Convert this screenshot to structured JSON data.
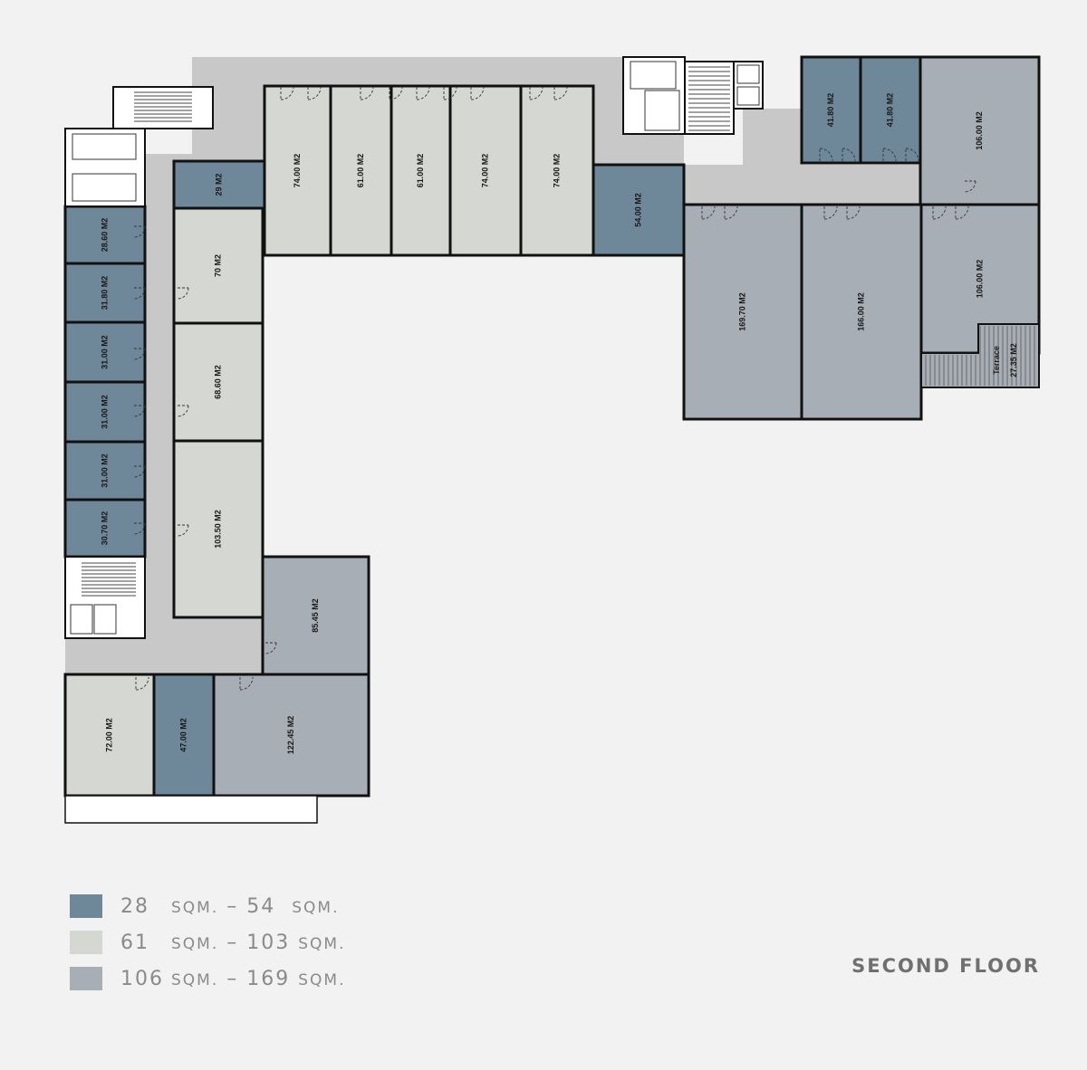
{
  "floor_title": "SECOND FLOOR",
  "colors": {
    "background": "#f2f2f2",
    "corridor": "#c8c8c8",
    "small": "#6e8799",
    "medium": "#d4d7d2",
    "large": "#a8aeb5",
    "wall": "#111111"
  },
  "legend": [
    {
      "min": "28",
      "sep": "–",
      "max": "54",
      "unit": "SQM.",
      "category": "small"
    },
    {
      "min": "61",
      "sep": "–",
      "max": "103",
      "unit": "SQM.",
      "category": "medium"
    },
    {
      "min": "106",
      "sep": "–",
      "max": "169",
      "unit": "SQM.",
      "category": "large"
    }
  ],
  "units": [
    {
      "label": "74.00 M2",
      "category": "medium"
    },
    {
      "label": "61.00 M2",
      "category": "medium"
    },
    {
      "label": "61.00 M2",
      "category": "medium"
    },
    {
      "label": "74.00 M2",
      "category": "medium"
    },
    {
      "label": "74.00 M2",
      "category": "medium"
    },
    {
      "label": "54.00 M2",
      "category": "small"
    },
    {
      "label": "41.80 M2",
      "category": "small"
    },
    {
      "label": "41.80 M2",
      "category": "small"
    },
    {
      "label": "106.00 M2",
      "category": "large"
    },
    {
      "label": "169.70 M2",
      "category": "large"
    },
    {
      "label": "166.00 M2",
      "category": "large"
    },
    {
      "label": "106.00 M2",
      "category": "large"
    },
    {
      "label": "29 M2",
      "category": "small"
    },
    {
      "label": "70 M2",
      "category": "medium"
    },
    {
      "label": "68.60 M2",
      "category": "medium"
    },
    {
      "label": "103.50 M2",
      "category": "medium"
    },
    {
      "label": "28.60 M2",
      "category": "small"
    },
    {
      "label": "31.80 M2",
      "category": "small"
    },
    {
      "label": "31.00 M2",
      "category": "small"
    },
    {
      "label": "31.00 M2",
      "category": "small"
    },
    {
      "label": "31.00 M2",
      "category": "small"
    },
    {
      "label": "30.70 M2",
      "category": "small"
    },
    {
      "label": "85.45 M2",
      "category": "large"
    },
    {
      "label": "72.00 M2",
      "category": "medium"
    },
    {
      "label": "47.00 M2",
      "category": "small"
    },
    {
      "label": "122.45 M2",
      "category": "large"
    }
  ],
  "terrace": {
    "name": "Terrace",
    "area": "27.35 M2"
  }
}
